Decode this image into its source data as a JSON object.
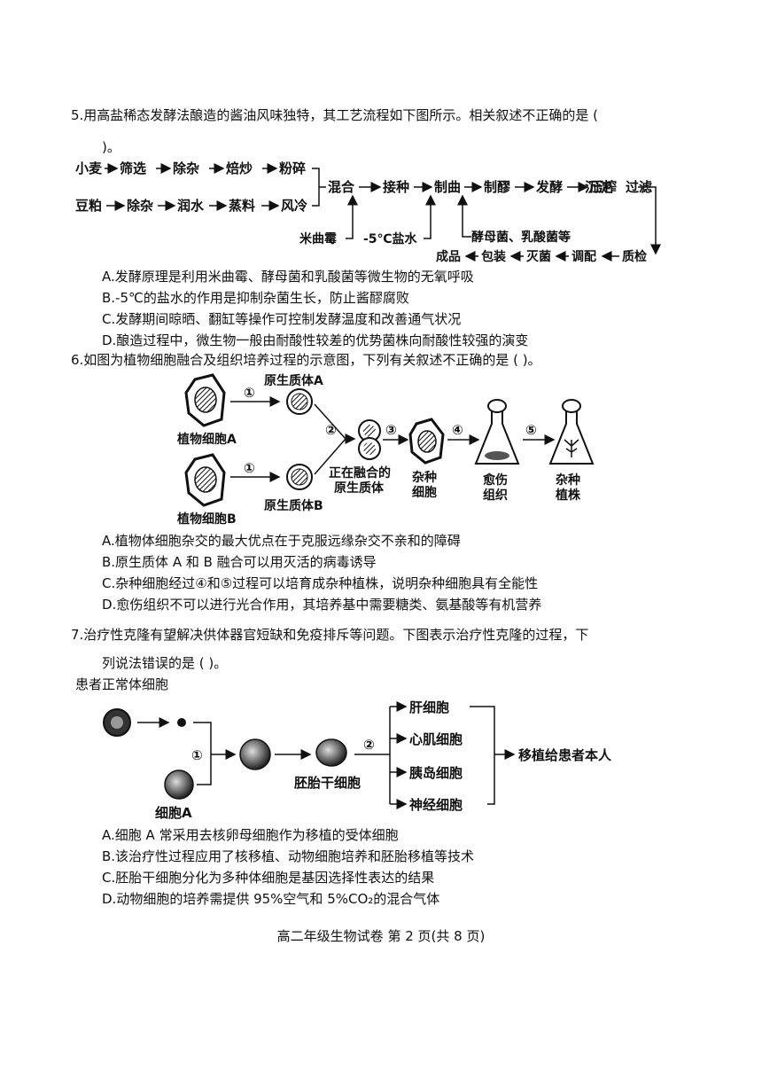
{
  "q5": {
    "stem_line1": "5.用高盐稀态发酵法酿造的酱油风味独特，其工艺流程如下图所示。相关叙述不正确的是 (",
    "stem_line2": ")。",
    "flow": {
      "row1": [
        "小麦",
        "筛选",
        "除杂",
        "焙炒",
        "粉碎"
      ],
      "row2": [
        "豆粕",
        "除杂",
        "润水",
        "蒸料",
        "风冷"
      ],
      "main": [
        "混合",
        "接种",
        "制曲",
        "制醪",
        "发酵",
        "压榨",
        "沉淀",
        "过滤"
      ],
      "inputs": [
        "米曲霉",
        "-5℃盐水",
        "酵母菌、乳酸菌等"
      ],
      "bottom": [
        "成品",
        "包装",
        "灭菌",
        "调配",
        "质检"
      ]
    },
    "options": [
      "A.发酵原理是利用米曲霉、酵母菌和乳酸菌等微生物的无氧呼吸",
      "B.-5℃的盐水的作用是抑制杂菌生长，防止酱醪腐败",
      "C.发酵期间晾晒、翻缸等操作可控制发酵温度和改善通气状况",
      "D.酿造过程中，微生物一般由耐酸性较差的优势菌株向耐酸性较强的演变"
    ]
  },
  "q6": {
    "stem": "6.如图为植物细胞融合及组织培养过程的示意图，下列有关叙述不正确的是 (  )。",
    "figure": {
      "cell_a": "植物细胞A",
      "cell_b": "植物细胞B",
      "proto_a": "原生质体A",
      "proto_b": "原生质体B",
      "fusing_1": "正在融合的",
      "fusing_2": "原生质体",
      "hybrid_cell_1": "杂种",
      "hybrid_cell_2": "细胞",
      "callus_1": "愈伤",
      "callus_2": "组织",
      "plant_1": "杂种",
      "plant_2": "植株",
      "steps": [
        "①",
        "①",
        "②",
        "③",
        "④",
        "⑤"
      ]
    },
    "options": [
      "A.植物体细胞杂交的最大优点在于克服远缘杂交不亲和的障碍",
      "B.原生质体 A 和 B 融合可以用灭活的病毒诱导",
      "C.杂种细胞经过④和⑤过程可以培育成杂种植株，说明杂种细胞具有全能性",
      "D.愈伤组织不可以进行光合作用，其培养基中需要糖类、氨基酸等有机营养"
    ]
  },
  "q7": {
    "stem_line1": "7.治疗性克隆有望解决供体器官短缺和免疫排斥等问题。下图表示治疗性克隆的过程，下",
    "stem_line2": "列说法错误的是 (  )。",
    "figure": {
      "caption": "患者正常体细胞",
      "cell_a": "细胞A",
      "stem_cell": "胚胎干细胞",
      "steps": [
        "①",
        "②"
      ],
      "products": [
        "肝细胞",
        "心肌细胞",
        "胰岛细胞",
        "神经细胞"
      ],
      "result": "移植给患者本人"
    },
    "options": [
      "A.细胞 A 常采用去核卵母细胞作为移植的受体细胞",
      "B.该治疗性过程应用了核移植、动物细胞培养和胚胎移植等技术",
      "C.胚胎干细胞分化为多种体细胞是基因选择性表达的结果",
      "D.动物细胞的培养需提供 95%空气和 5%CO₂的混合气体"
    ]
  },
  "footer": "高二年级生物试卷 第 2 页(共 8 页)"
}
